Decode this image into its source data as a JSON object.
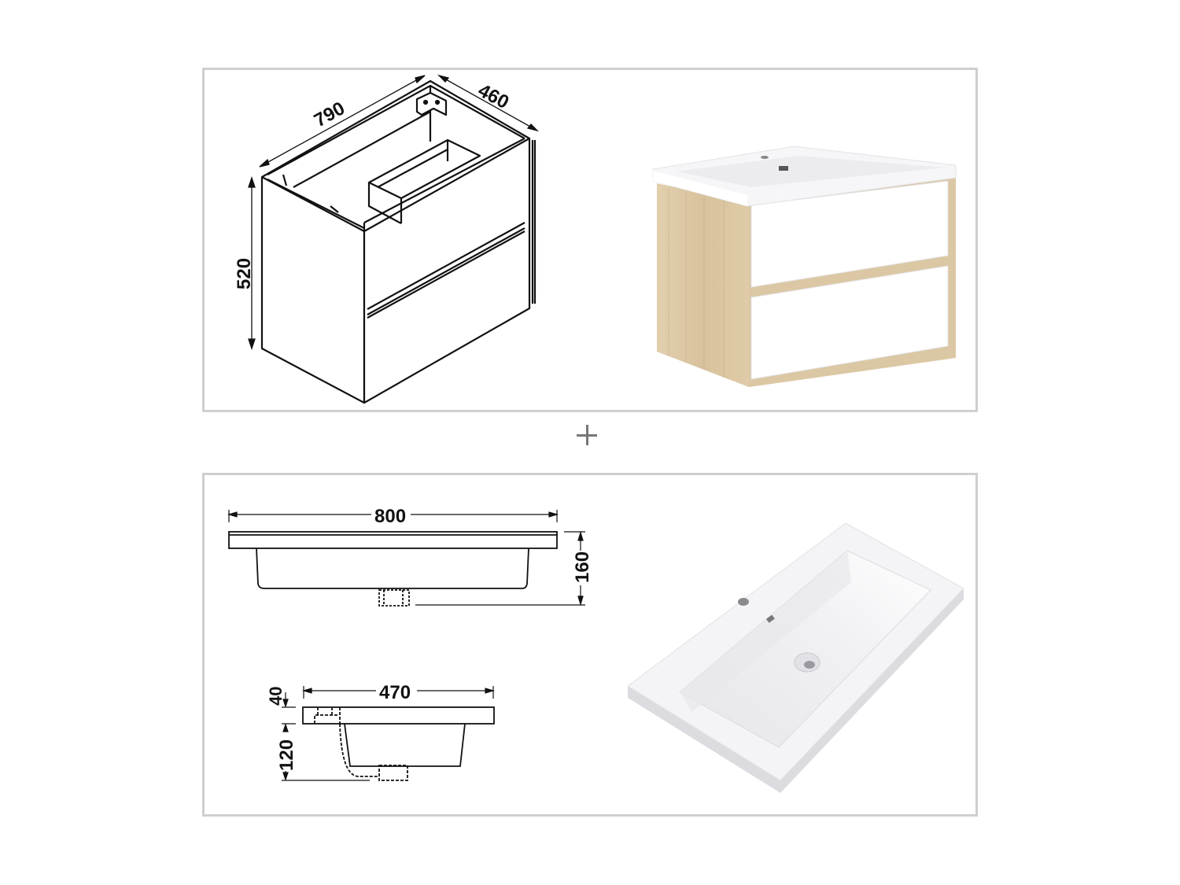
{
  "separator": {
    "symbol": "+"
  },
  "cabinet": {
    "drawing": {
      "width_label": "790",
      "depth_label": "460",
      "height_label": "520"
    },
    "photo": {
      "description": "Wall-hung vanity cabinet, light oak frame with two white drawers and integrated white basin",
      "colors": {
        "oak": "#dcc7a4",
        "oak_dark": "#c9b08a",
        "white": "#ffffff",
        "basin_edge": "#e8e8ea"
      }
    }
  },
  "basin": {
    "front_view": {
      "width_label": "800",
      "height_label": "160"
    },
    "side_view": {
      "depth_label": "470",
      "rim_label": "40",
      "bowl_label": "120"
    },
    "photo": {
      "description": "Rectangular white cast basin with tap hole, overflow and drain",
      "colors": {
        "surface": "#f4f4f6",
        "bowl": "#e9e9ec",
        "edge": "#d6d6da"
      }
    }
  },
  "panel_border_color": "#cfcfcf"
}
